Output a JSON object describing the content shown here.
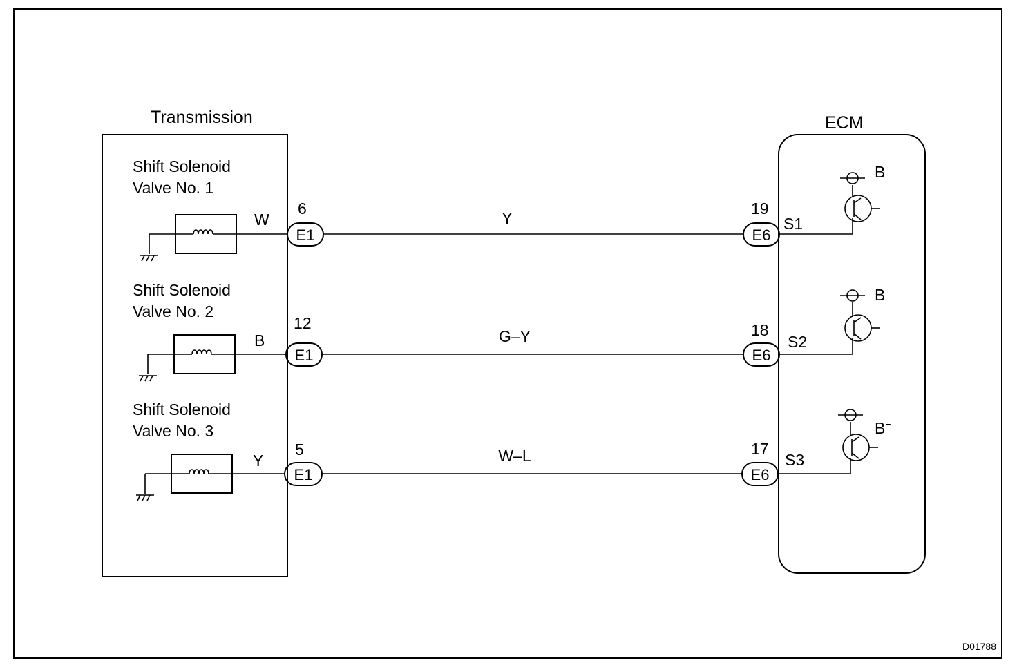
{
  "transmission": {
    "title": "Transmission",
    "valves": [
      {
        "line1": "Shift  Solenoid",
        "line2": "Valve No. 1",
        "wire_color": "W",
        "pin": "6",
        "connector": "E1"
      },
      {
        "line1": "Shift  Solenoid",
        "line2": "Valve No. 2",
        "wire_color": "B",
        "pin": "12",
        "connector": "E1"
      },
      {
        "line1": "Shift Solenoid",
        "line2": "Valve No. 3",
        "wire_color": "Y",
        "pin": "5",
        "connector": "E1"
      }
    ]
  },
  "harness": {
    "wires": [
      {
        "color_code": "Y"
      },
      {
        "color_code": "G–Y"
      },
      {
        "color_code": "W–L"
      }
    ]
  },
  "ecm": {
    "title": "ECM",
    "terminals": [
      {
        "pin": "19",
        "connector": "E6",
        "signal": "S1",
        "supply": "B",
        "supply_sup": "+"
      },
      {
        "pin": "18",
        "connector": "E6",
        "signal": "S2",
        "supply": "B",
        "supply_sup": "+"
      },
      {
        "pin": "17",
        "connector": "E6",
        "signal": "S3",
        "supply": "B",
        "supply_sup": "+"
      }
    ]
  },
  "figure_code": "D01788"
}
